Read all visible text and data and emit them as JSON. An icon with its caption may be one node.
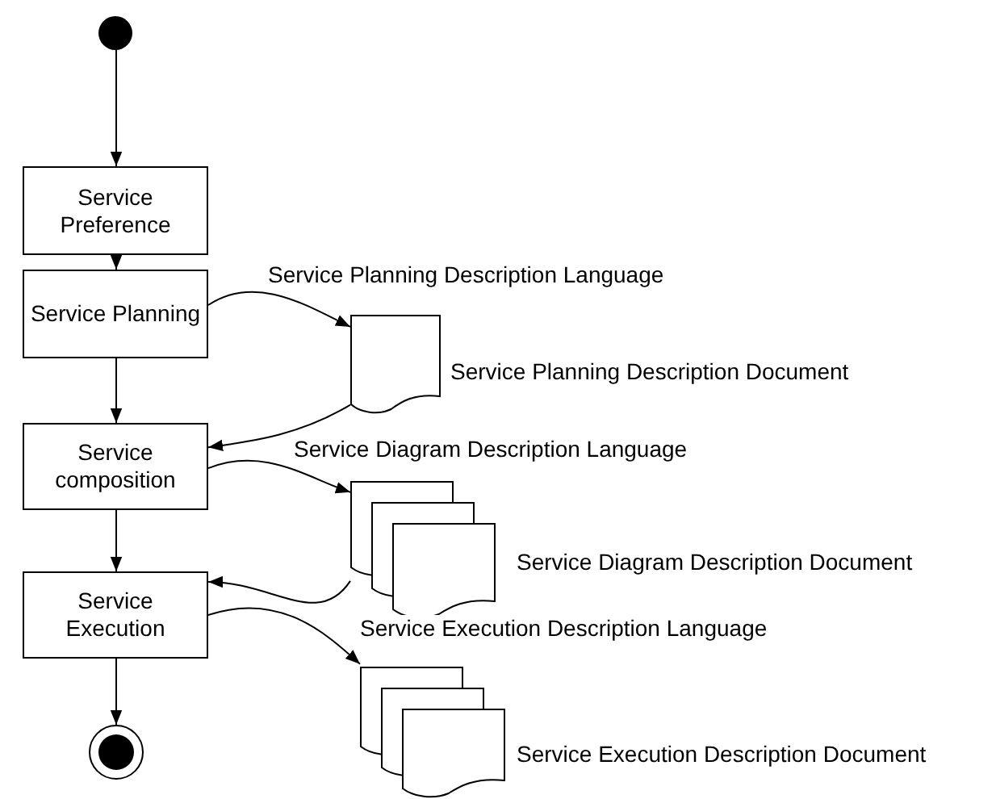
{
  "diagram": {
    "nodes": [
      {
        "text": [],
        "shape": "circle"
      },
      {
        "text": [
          "Service Preference"
        ]
      },
      {
        "text": [
          "Service Planning"
        ]
      },
      {
        "text": [
          "Service composition"
        ]
      },
      {
        "text": [
          "Service Execution"
        ]
      },
      {
        "text": [],
        "shape": "circle"
      },
      {
        "text": [
          "Service Planning Description Document"
        ]
      },
      {
        "text": [
          "Service Diagram Description Document"
        ]
      },
      {
        "text": [
          "Service Execution Description Document"
        ]
      }
    ],
    "edges": [
      {
        "from": 0,
        "to": 1,
        "arrow": "to"
      },
      {
        "from": 1,
        "to": 2,
        "arrow": "to"
      },
      {
        "from": 2,
        "to": 3,
        "arrow": "to"
      },
      {
        "from": 3,
        "to": 4,
        "arrow": "to"
      },
      {
        "from": 4,
        "to": 5,
        "arrow": "to"
      },
      {
        "from": 2,
        "to": 6,
        "arrow": "to",
        "label": "Service Planning Description Language"
      },
      {
        "from": 6,
        "to": 3,
        "arrow": "to"
      },
      {
        "from": 3,
        "to": 7,
        "arrow": "to",
        "label": "Service Diagram Description Language"
      },
      {
        "from": 7,
        "to": 4,
        "arrow": "to"
      },
      {
        "from": 4,
        "to": 8,
        "arrow": "to",
        "label": "Service Execution Description Language"
      }
    ]
  }
}
